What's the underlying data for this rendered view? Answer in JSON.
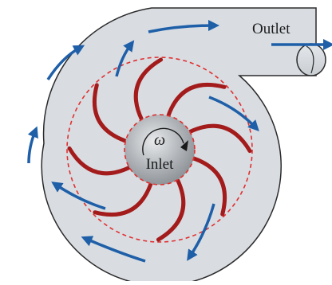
{
  "labels": {
    "outlet": "Outlet",
    "omega": "ω",
    "inlet": "Inlet"
  },
  "colors": {
    "casing_fill": "#d9dde2",
    "casing_stroke": "#2b2b2b",
    "blade": "#a31b1b",
    "flow_arrow": "#1e5fa8",
    "hub_fill": "#a3a7ab",
    "dashed_circle": "#e03030"
  },
  "icons": {
    "rotation": "curved-arrow-clockwise",
    "flow": "arrow"
  },
  "blade_count": 8
}
